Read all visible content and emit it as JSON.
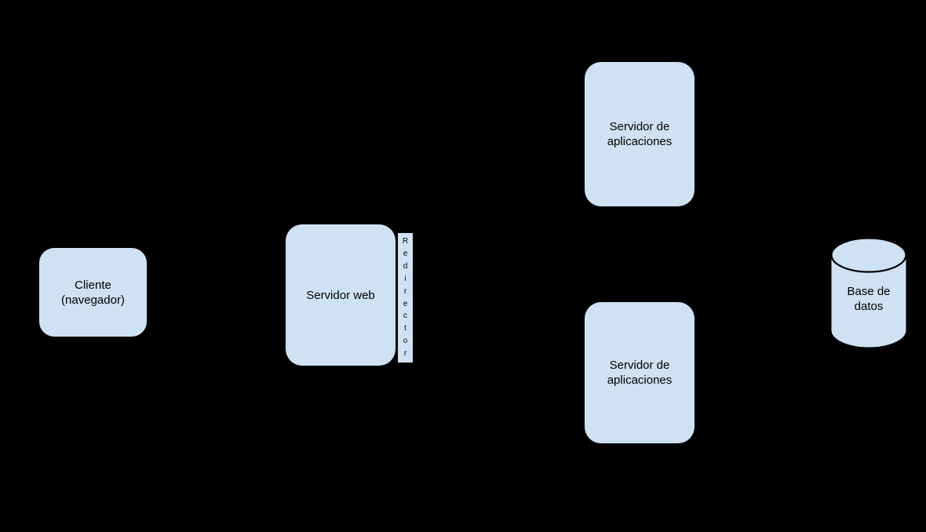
{
  "diagram": {
    "background_color": "#000000",
    "node_fill_color": "#cfe2f3",
    "node_outline_color": "#000000",
    "text_color": "#000000",
    "nodes": {
      "client": {
        "line1": "Cliente",
        "line2": "(navegador)"
      },
      "web_server": {
        "label": "Servidor web"
      },
      "redirector": {
        "label": "Redirector"
      },
      "app_server_1": {
        "line1": "Servidor de",
        "line2": "aplicaciones"
      },
      "app_server_2": {
        "line1": "Servidor de",
        "line2": "aplicaciones"
      },
      "database": {
        "line1": "Base de",
        "line2": "datos"
      }
    }
  }
}
